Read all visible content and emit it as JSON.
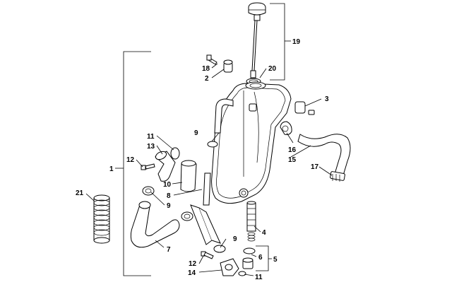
{
  "diagram": {
    "labels": {
      "l1": "1",
      "l2": "2",
      "l3": "3",
      "l4": "4",
      "l5": "5",
      "l6": "6",
      "l7": "7",
      "l8": "8",
      "l9a": "9",
      "l9b": "9",
      "l9c": "9",
      "l10": "10",
      "l11a": "11",
      "l11b": "11",
      "l12a": "12",
      "l12b": "12",
      "l13": "13",
      "l14": "14",
      "l15": "15",
      "l16": "16",
      "l17": "17",
      "l18": "18",
      "l19": "19",
      "l20": "20",
      "l21": "21"
    }
  }
}
